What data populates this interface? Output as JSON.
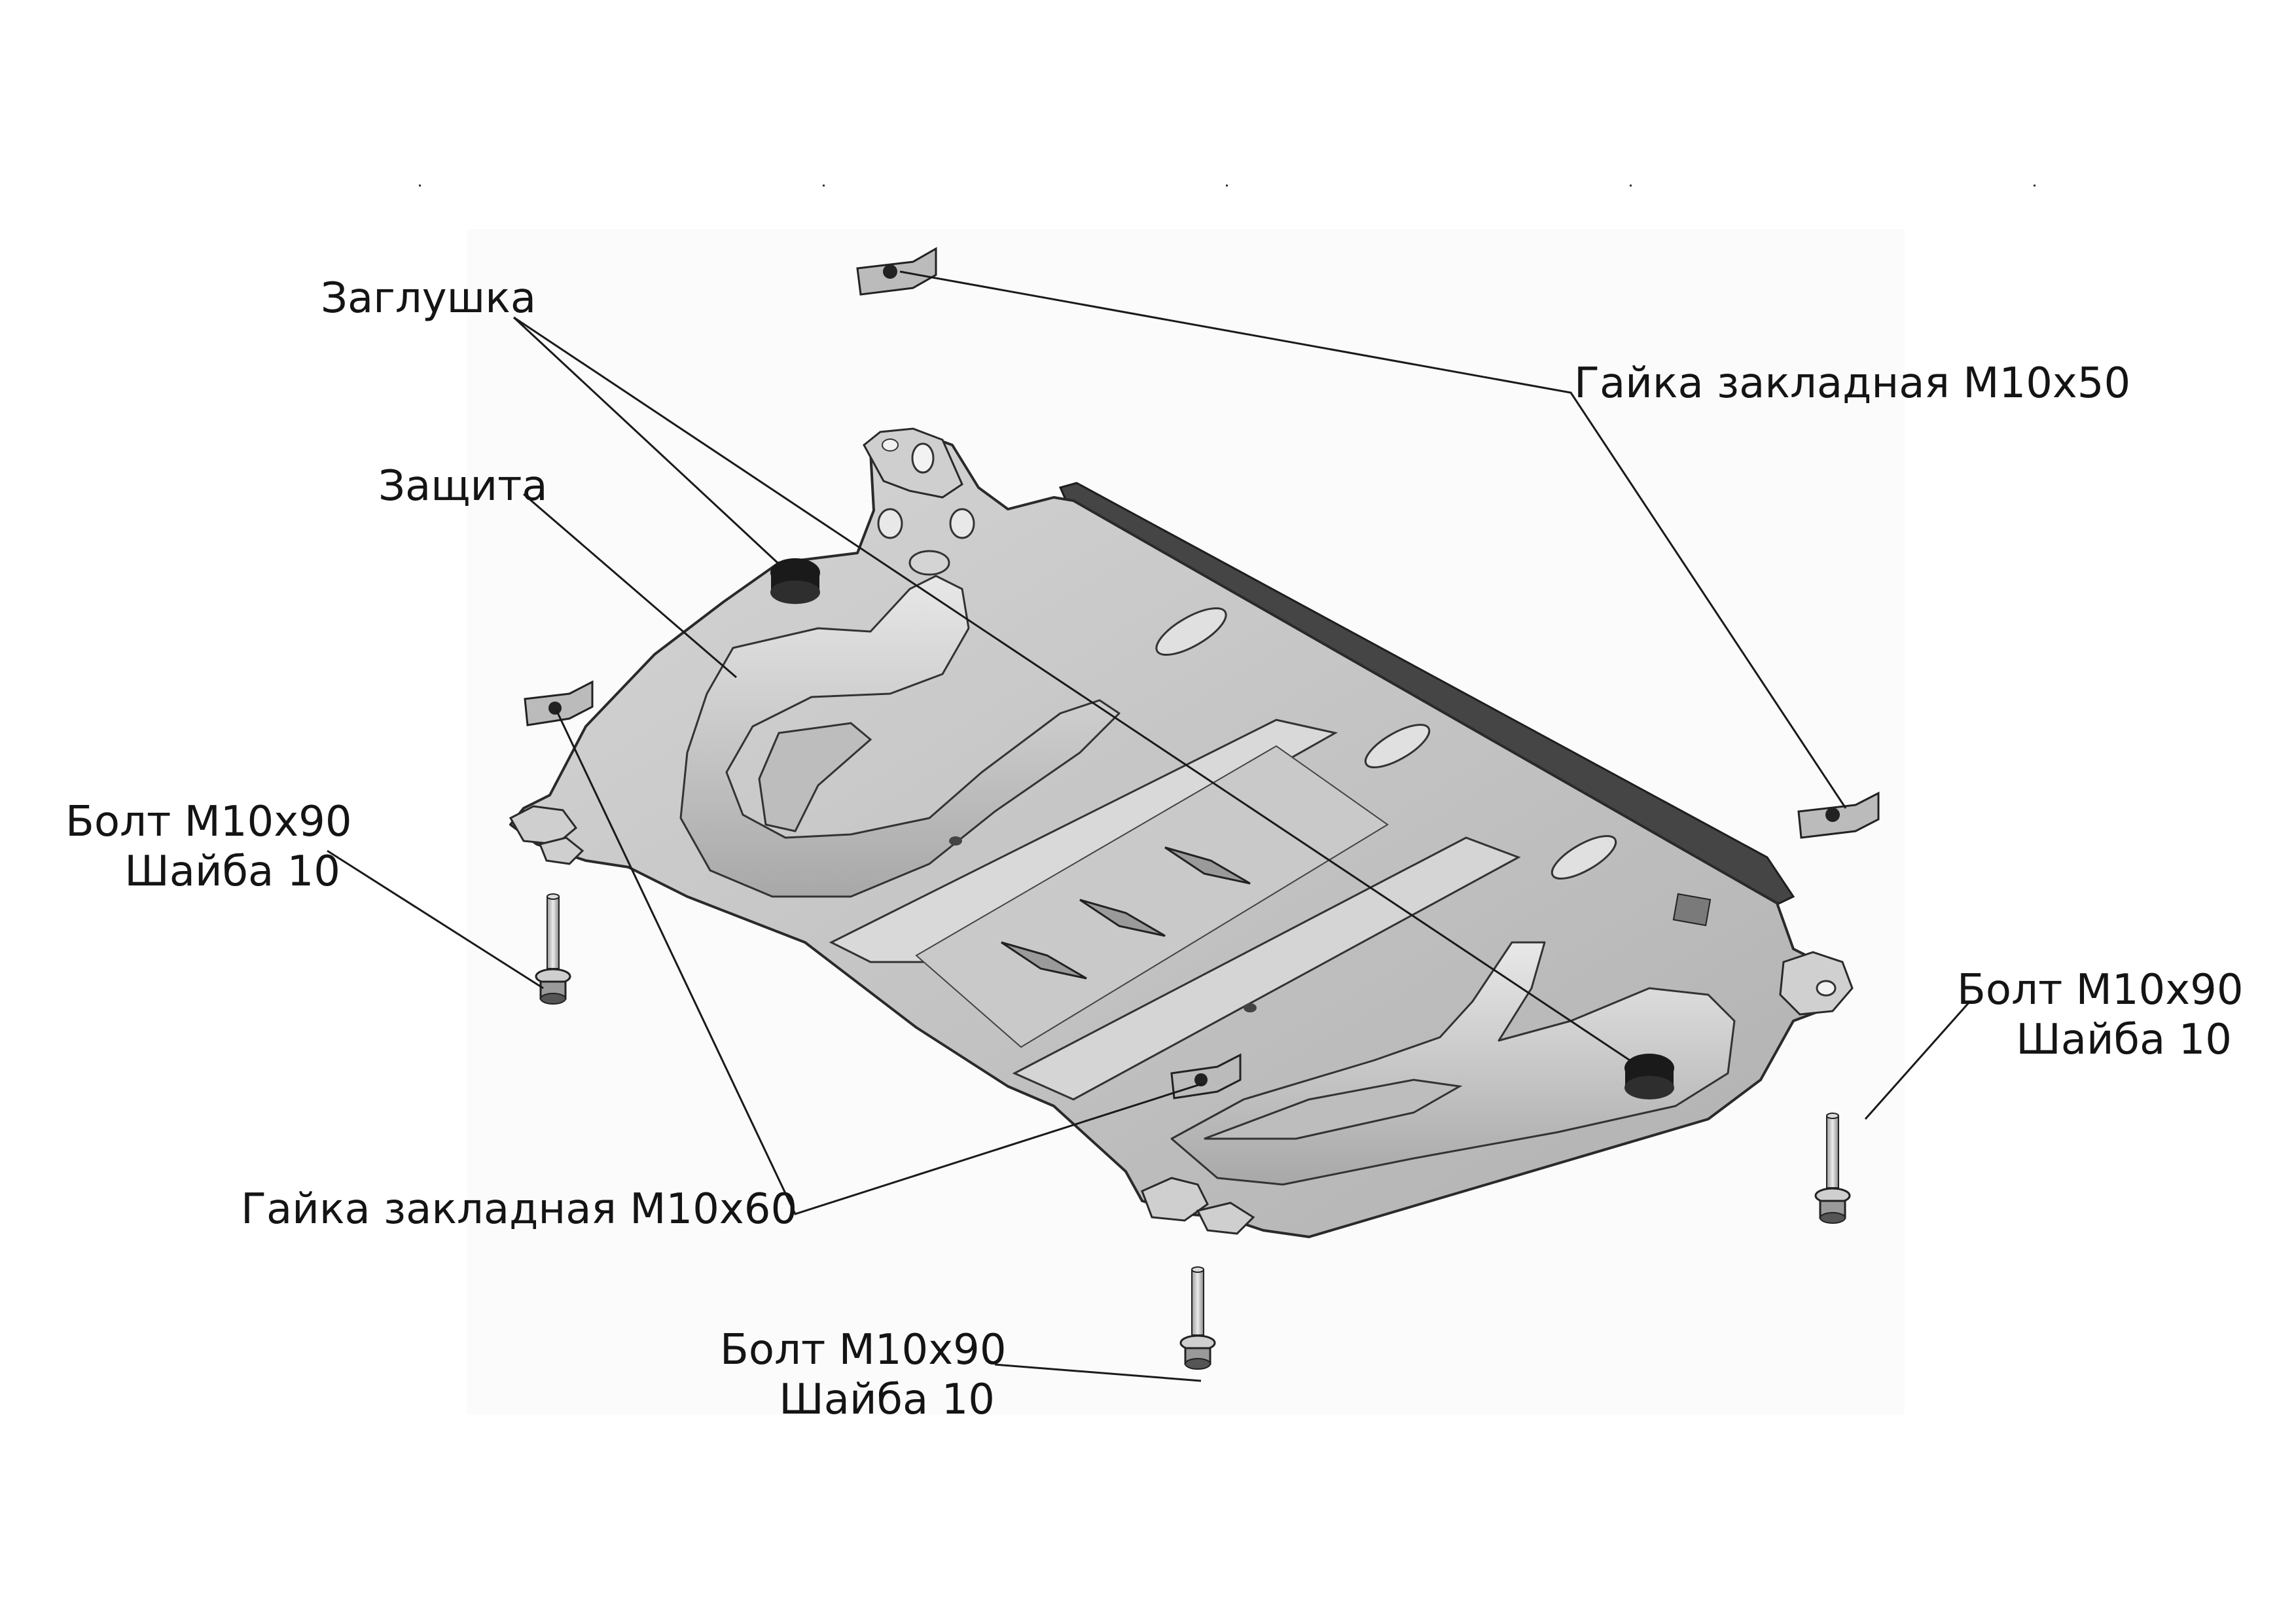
{
  "labels": {
    "zaglushka": "Заглушка",
    "zashchita": "Защита",
    "gayka_m10x50": "Гайка закладная М10х50",
    "gayka_m10x60": "Гайка закладная М10х60",
    "bolt_left": {
      "line1": "Болт М10х90",
      "line2": "Шайба 10"
    },
    "bolt_right": {
      "line1": "Болт М10х90",
      "line2": "Шайба 10"
    },
    "bolt_bottom": {
      "line1": "Болт М10х90",
      "line2": "Шайба 10"
    }
  },
  "colors": {
    "guard_fill": "#c4c4c4",
    "guard_light": "#dcdcdc",
    "guard_dark": "#8e8e8e",
    "edge_dark": "#4a4a4a",
    "leader": "#1a1a1a"
  }
}
